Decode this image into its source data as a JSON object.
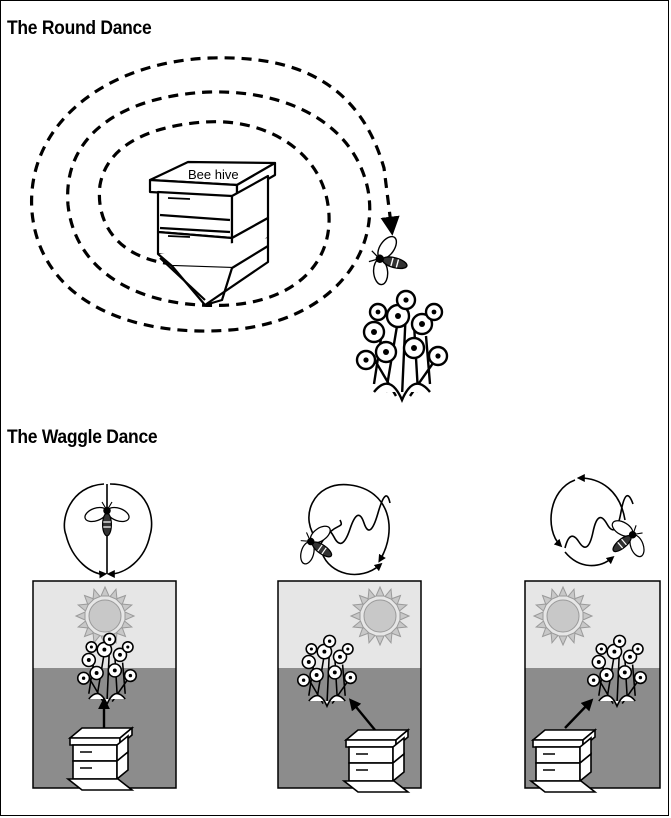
{
  "round_dance": {
    "title": "The Round Dance",
    "hive_label": "Bee hive"
  },
  "waggle_dance": {
    "title": "The Waggle Dance",
    "panels": [
      {
        "name": "sun-straight-ahead"
      },
      {
        "name": "sun-right"
      },
      {
        "name": "sun-left"
      }
    ]
  },
  "colors": {
    "sky": "#e6e6e6",
    "ground": "#8c8c8c",
    "sun": "#c8c8c8",
    "ink": "#000000"
  }
}
